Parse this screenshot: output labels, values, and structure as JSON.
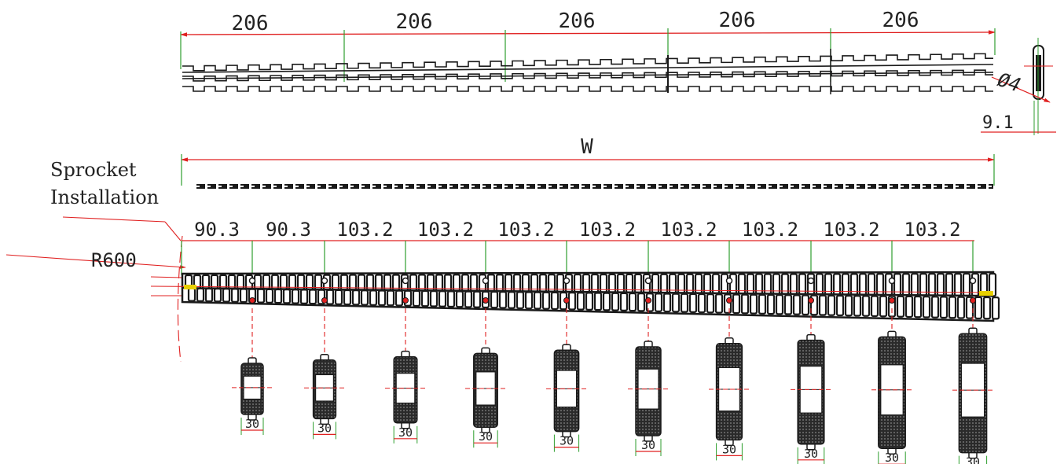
{
  "drawing": {
    "top_view": {
      "segment_labels": [
        "206",
        "206",
        "206",
        "206",
        "206"
      ],
      "hole_label": "Ø4",
      "thickness_label": "9.1"
    },
    "middle_view": {
      "width_label": "W"
    },
    "sprocket_view": {
      "title_line1": "Sprocket",
      "title_line2": "Installation",
      "radius_label": "R600",
      "spacing_labels": [
        "90.3",
        "90.3",
        "103.2",
        "103.2",
        "103.2",
        "103.2",
        "103.2",
        "103.2",
        "103.2",
        "103.2"
      ],
      "sprocket_width_labels": [
        "30",
        "30",
        "30",
        "30",
        "30",
        "30",
        "30",
        "30",
        "30",
        "30"
      ]
    },
    "colors": {
      "dimension": "#e02020",
      "extension": "#2e9e2e",
      "chain": "#1a1a1a",
      "accent": "#e8d000"
    }
  }
}
